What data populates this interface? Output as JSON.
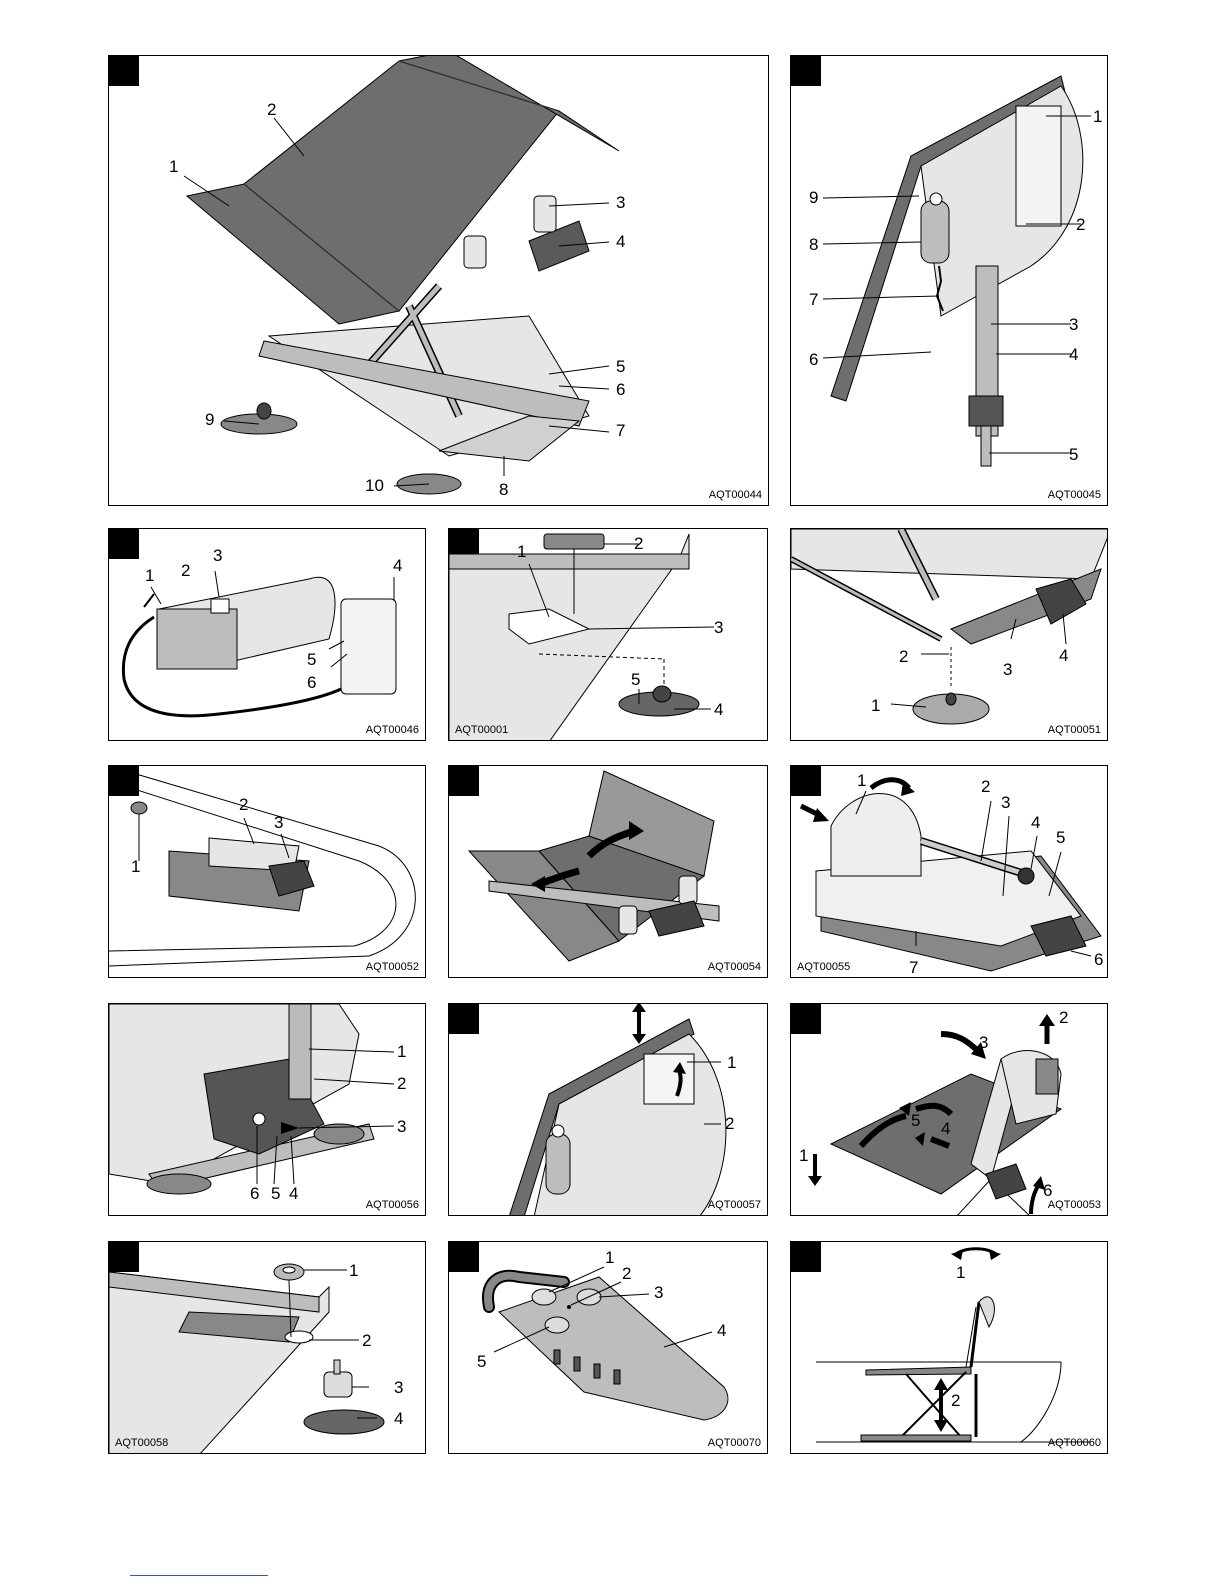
{
  "figures": [
    {
      "code": "AQT00044",
      "callouts": [
        "1",
        "2",
        "3",
        "4",
        "5",
        "6",
        "7",
        "8",
        "9",
        "10"
      ]
    },
    {
      "code": "AQT00045",
      "callouts": [
        "1",
        "2",
        "3",
        "4",
        "5",
        "6",
        "7",
        "8",
        "9"
      ]
    },
    {
      "code": "AQT00046",
      "callouts": [
        "1",
        "2",
        "3",
        "4",
        "5",
        "6"
      ]
    },
    {
      "code": "AQT00001",
      "callouts": [
        "1",
        "2",
        "3",
        "4",
        "5"
      ]
    },
    {
      "code": "AQT00051",
      "callouts": [
        "1",
        "2",
        "3",
        "4"
      ]
    },
    {
      "code": "AQT00052",
      "callouts": [
        "1",
        "2",
        "3"
      ]
    },
    {
      "code": "AQT00054",
      "callouts": []
    },
    {
      "code": "AQT00055",
      "callouts": [
        "1",
        "2",
        "3",
        "4",
        "5",
        "6",
        "7"
      ]
    },
    {
      "code": "AQT00056",
      "callouts": [
        "1",
        "2",
        "3",
        "4",
        "5",
        "6"
      ]
    },
    {
      "code": "AQT00057",
      "callouts": [
        "1",
        "2"
      ]
    },
    {
      "code": "AQT00053",
      "callouts": [
        "1",
        "2",
        "3",
        "4",
        "5",
        "6"
      ]
    },
    {
      "code": "AQT00058",
      "callouts": [
        "1",
        "2",
        "3",
        "4"
      ]
    },
    {
      "code": "AQT00070",
      "callouts": [
        "1",
        "2",
        "3",
        "4",
        "5"
      ]
    },
    {
      "code": "AQT00060",
      "callouts": [
        "1",
        "2"
      ]
    }
  ],
  "colors": {
    "dark": "#6e6e6e",
    "mid": "#bdbdbd",
    "light": "#e6e6e6",
    "line": "#000000",
    "footer_link": "#3355cc"
  }
}
